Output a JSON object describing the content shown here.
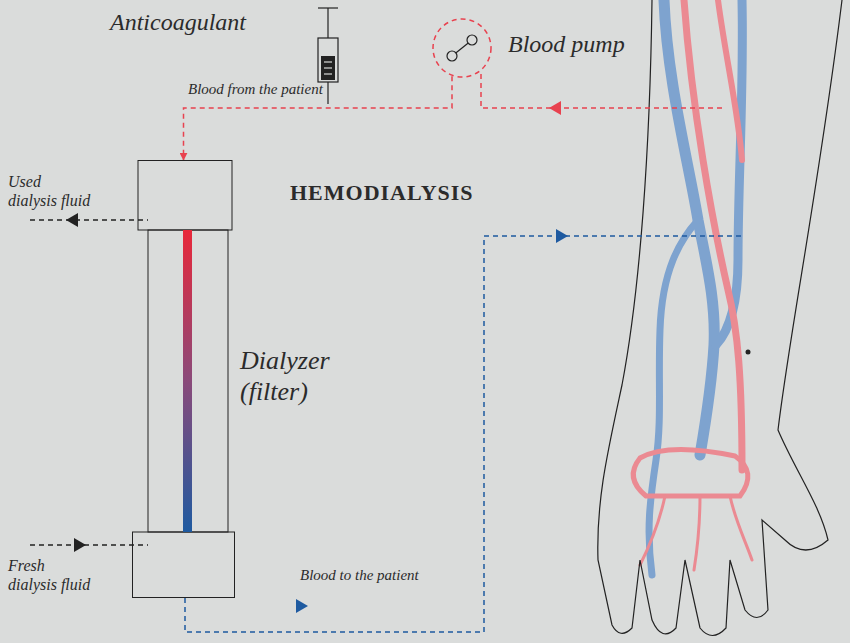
{
  "diagram": {
    "title": "HEMODIALYSIS",
    "nodes": [
      {
        "text": [
          "Blood pump"
        ]
      },
      {
        "text": [
          "Dialyzer (filter)"
        ]
      }
    ],
    "edges": [
      {
        "from": 0,
        "to": 1,
        "arrow": "to",
        "label": "Blood from the patient"
      }
    ],
    "labels": [
      "Anticoagulant",
      "Used dialysis fluid",
      "Fresh dialysis fluid",
      "Blood to the patient"
    ]
  }
}
